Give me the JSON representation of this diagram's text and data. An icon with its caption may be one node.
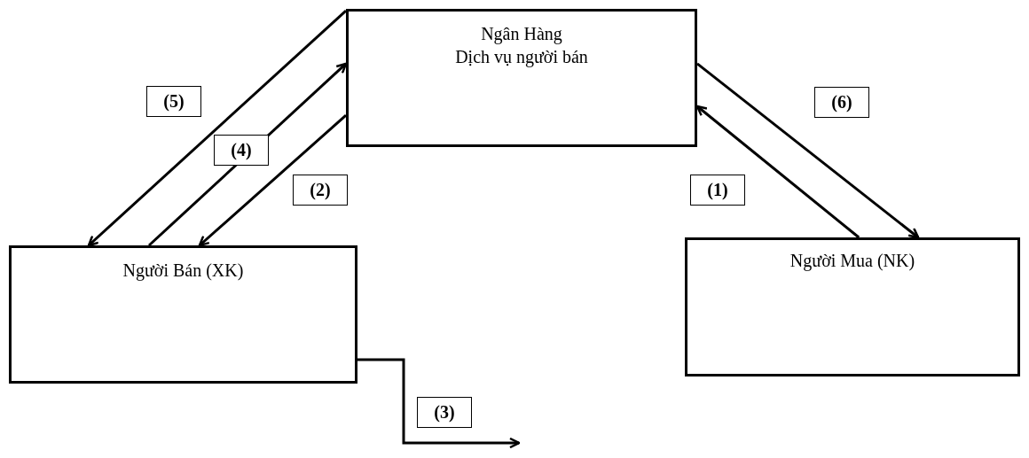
{
  "diagram": {
    "nodes": [
      {
        "text": [
          "Ngân Hàng",
          "Dịch vụ người bán"
        ]
      },
      {
        "text": [
          "Người Bán (XK)"
        ]
      },
      {
        "text": [
          "Người Mua (NK)"
        ]
      }
    ],
    "edges": [
      {
        "from": 0,
        "to": 1,
        "arrow": "to",
        "label": "(5)"
      },
      {
        "from": 1,
        "to": 0,
        "arrow": "to",
        "label": "(4)"
      },
      {
        "from": 0,
        "to": 1,
        "arrow": "to",
        "label": "(2)"
      },
      {
        "from": 2,
        "to": 0,
        "arrow": "to",
        "label": "(1)"
      },
      {
        "from": 0,
        "to": 2,
        "arrow": "to",
        "label": "(6)"
      },
      {
        "from": 1,
        "to": null,
        "arrow": "to",
        "label": "(3)"
      }
    ]
  }
}
